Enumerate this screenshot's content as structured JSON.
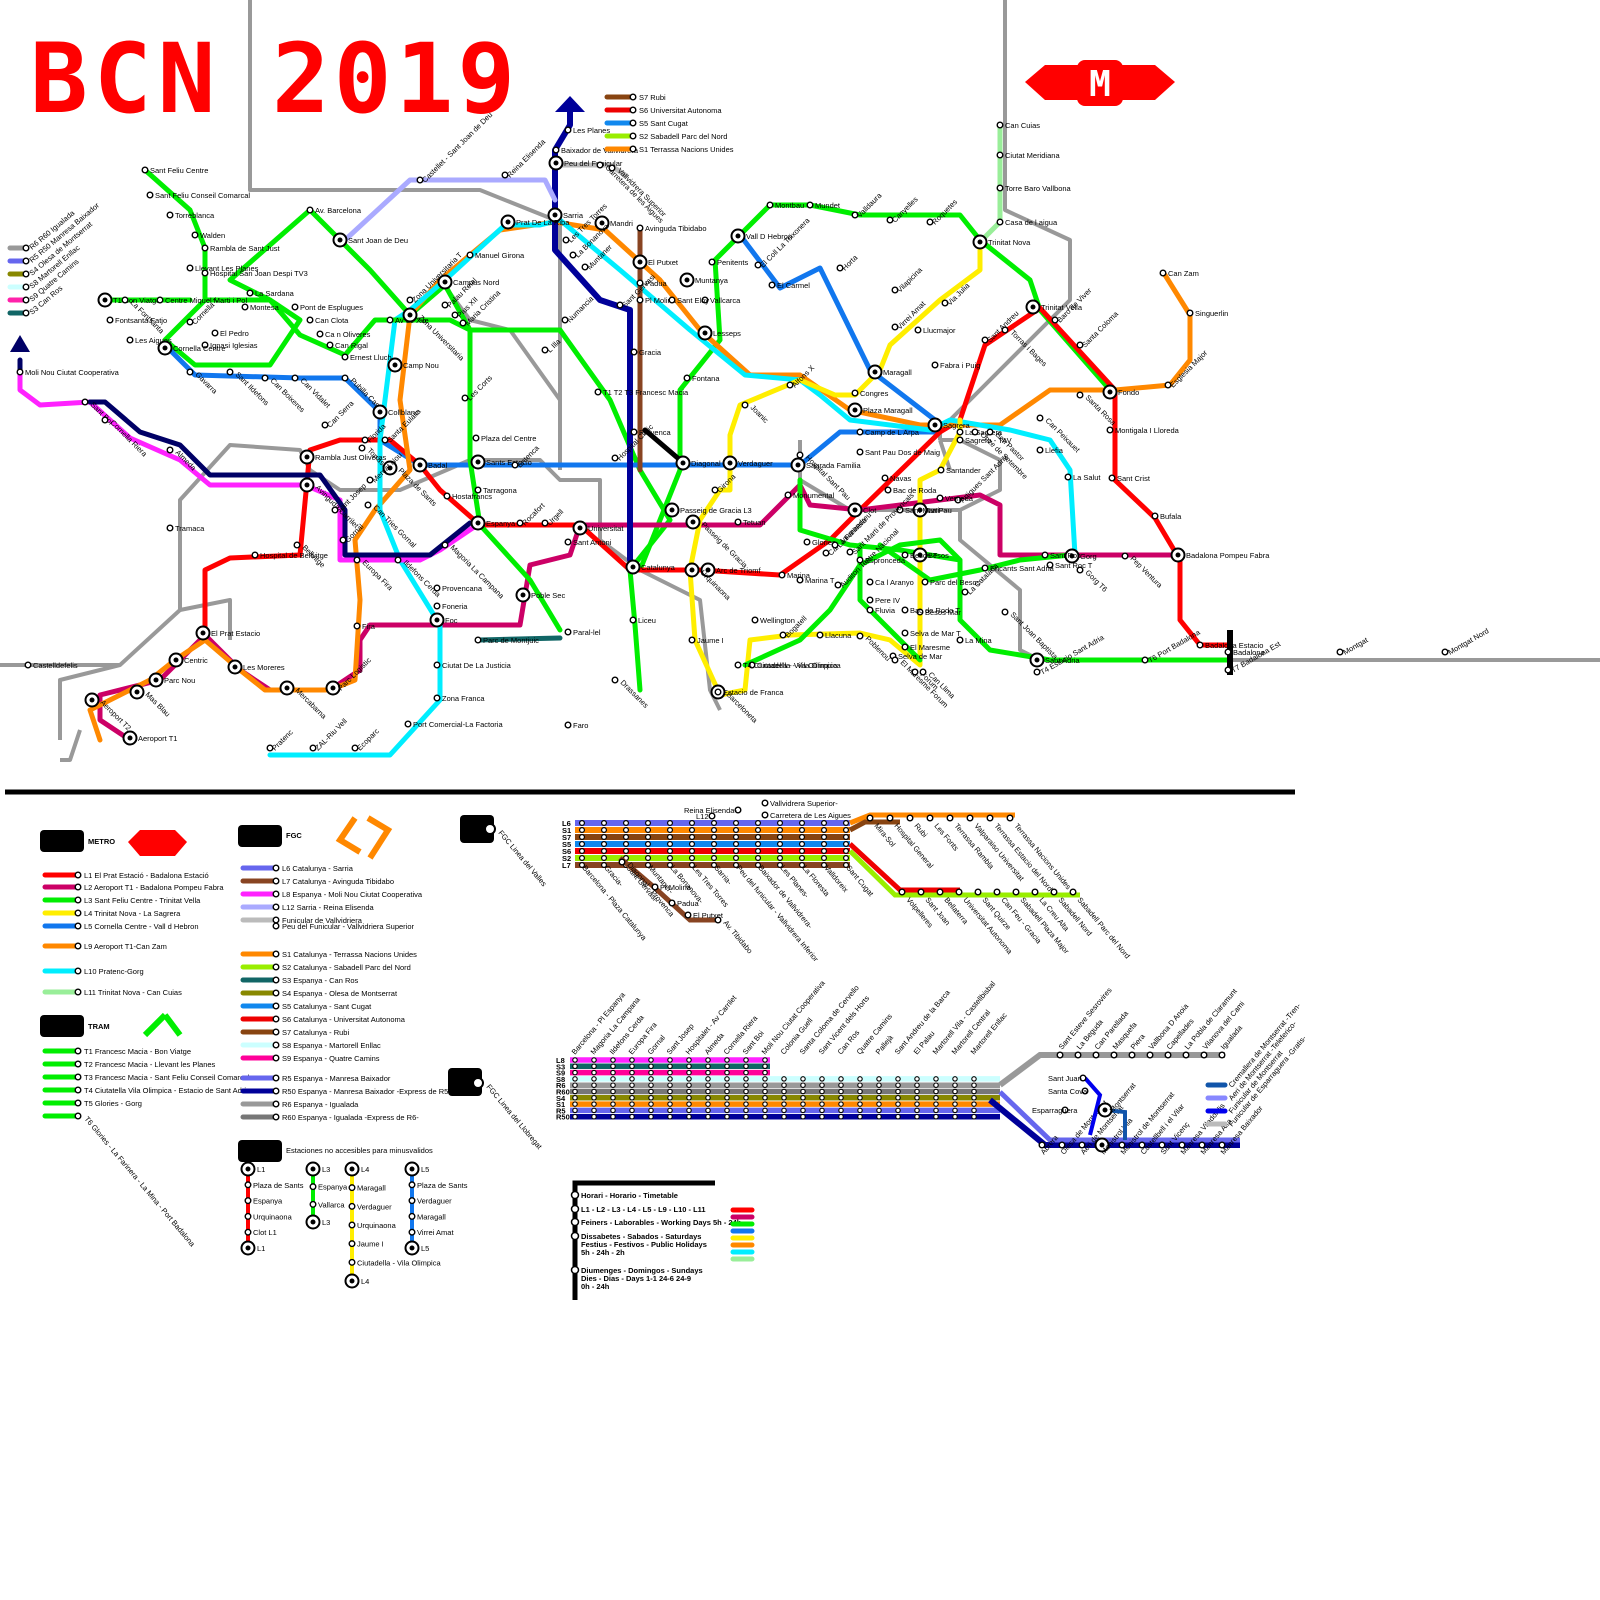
{
  "title": {
    "left": "BCN",
    "right": "2019"
  },
  "logo_metro": "M",
  "colors": {
    "L1": "#ff0000",
    "L2": "#cc0066",
    "L3": "#00ee00",
    "L4": "#ffee00",
    "L5": "#1177ee",
    "L9": "#ff8800",
    "L10": "#00eeff",
    "L11": "#99ee99",
    "FGC_L6": "#6666ee",
    "FGC_L7": "#884422",
    "L8": "#ff22ff",
    "L12": "#aaaaff",
    "funicular": "#bbbbbb",
    "S1": "#ff8800",
    "S2": "#99ee00",
    "S3": "#116666",
    "S4": "#888800",
    "S5": "#1188ee",
    "S6": "#ee0000",
    "S7": "#884411",
    "S8": "#ccffff",
    "S9": "#ee0077",
    "R5": "#6666ee",
    "R50": "#000099",
    "R6": "#999999",
    "R60": "#777777",
    "tram": "#00ee00",
    "gray": "#999999",
    "navy": "#000066"
  },
  "fgc_vallès_legend": [
    {
      "code": "S7",
      "label": "S7 Rubi",
      "color": "#884411"
    },
    {
      "code": "S6",
      "label": "S6 Universitat Autonoma",
      "color": "#ee0000"
    },
    {
      "code": "S5",
      "label": "S5 Sant Cugat",
      "color": "#1188ee"
    },
    {
      "code": "S2",
      "label": "S2 Sabadell Parc del Nord",
      "color": "#99ee00"
    },
    {
      "code": "S1",
      "label": "S1 Terrassa Nacions Unides",
      "color": "#ff8800"
    }
  ],
  "left_legend": [
    {
      "label": "R6 R60 Igualada",
      "color": "#999999"
    },
    {
      "label": "R5 R50 Manresa Baixador",
      "color": "#6666ee"
    },
    {
      "label": "S4 Olesa de Montserrat",
      "color": "#888800"
    },
    {
      "label": "S8 Martorell Enllac",
      "color": "#ccffff"
    },
    {
      "label": "S9 Quatre Camins",
      "color": "#ff22aa"
    },
    {
      "label": "S3 Can Ros",
      "color": "#116666"
    }
  ],
  "stations": [
    {
      "n": "Sant Feliu Centre"
    },
    {
      "n": "Sant Feliu Conseil Comarcal"
    },
    {
      "n": "Torreblanca"
    },
    {
      "n": "Walden"
    },
    {
      "n": "Rambla de Sant Just"
    },
    {
      "n": "Av. Barcelona"
    },
    {
      "n": "Hospital San Joan Despi TV3"
    },
    {
      "n": "Llevant Les Planes"
    },
    {
      "n": "La Sardana"
    },
    {
      "n": "Montesa"
    },
    {
      "n": "Pont de Esplugues"
    },
    {
      "n": "T1 Bon Viatge"
    },
    {
      "n": "La Fontsanta"
    },
    {
      "n": "Centre Miquel Marti i Pol"
    },
    {
      "n": "El Pedro"
    },
    {
      "n": "Ignasi Iglesias"
    },
    {
      "n": "Fontsanta Fatjo"
    },
    {
      "n": "Les Aigues"
    },
    {
      "n": "Cornella Centre"
    },
    {
      "n": "Cornella T"
    },
    {
      "n": "Can Clota"
    },
    {
      "n": "Ca n Oliveres"
    },
    {
      "n": "Can Rigal"
    },
    {
      "n": "Ernest Lluch"
    },
    {
      "n": "Av de Xile"
    },
    {
      "n": "Moli Nou Ciutat Cooperativa"
    },
    {
      "n": "Gavarra"
    },
    {
      "n": "Sant Ildefons"
    },
    {
      "n": "Can Boixeres"
    },
    {
      "n": "Can Vidalet"
    },
    {
      "n": "Pubilla Cases"
    },
    {
      "n": "Sant Boi"
    },
    {
      "n": "Cornella Riera"
    },
    {
      "n": "Almeda"
    },
    {
      "n": "Can Serra"
    },
    {
      "n": "Florida"
    },
    {
      "n": "Torrassa"
    },
    {
      "n": "Santa Eulalia"
    },
    {
      "n": "Collblanc"
    },
    {
      "n": "Badal"
    },
    {
      "n": "Camp Nou"
    },
    {
      "n": "Zona Universitaria"
    },
    {
      "n": "Zona Universitaria T"
    },
    {
      "n": "Campus Nord"
    },
    {
      "n": "Manuel Girona"
    },
    {
      "n": "Reina Elisenda"
    },
    {
      "n": "Sant Joan de Deu"
    },
    {
      "n": "Castellet - Sant Joan de Deu"
    },
    {
      "n": "Palau Reial"
    },
    {
      "n": "Pius XII"
    },
    {
      "n": "Maria Cristina"
    },
    {
      "n": "Les Corts"
    },
    {
      "n": "Numancia"
    },
    {
      "n": "L Illa"
    },
    {
      "n": "T1 T2 T3 Francesc Macia"
    },
    {
      "n": "Rambla Just Oliveras"
    },
    {
      "n": "Avinguda Carrilet"
    },
    {
      "n": "Sant Josep"
    },
    {
      "n": "Gornal"
    },
    {
      "n": "Bellvitge"
    },
    {
      "n": "Hospital de Bellvitge"
    },
    {
      "n": "Tramaca"
    },
    {
      "n": "Europa Fira"
    },
    {
      "n": "Ildefons Cerda"
    },
    {
      "n": "Magoria La Campana"
    },
    {
      "n": "Provencana"
    },
    {
      "n": "Foneria"
    },
    {
      "n": "Fira"
    },
    {
      "n": "Foc"
    },
    {
      "n": "Parc de Montjuic"
    },
    {
      "n": "Ciutat De La Justicia"
    },
    {
      "n": "Zona Franca"
    },
    {
      "n": "Port Comercial-La Factoria"
    },
    {
      "n": "Pratenc"
    },
    {
      "n": "ZAL-Riu Vell"
    },
    {
      "n": "Ecoparc"
    },
    {
      "n": "El Prat Estacio"
    },
    {
      "n": "Les Moreres"
    },
    {
      "n": "Mercabarna"
    },
    {
      "n": "Parc Logistic"
    },
    {
      "n": "Centric"
    },
    {
      "n": "Parc Nou"
    },
    {
      "n": "Mas Blau"
    },
    {
      "n": "Aeroport T2"
    },
    {
      "n": "Aeroport T1"
    },
    {
      "n": "Castelldefelis"
    },
    {
      "n": "Plaza de Sants"
    },
    {
      "n": "Mercat Nou"
    },
    {
      "n": "Can Tries Gornal"
    },
    {
      "n": "Hostafrancs"
    },
    {
      "n": "Espanya"
    },
    {
      "n": "Plaza del Centre"
    },
    {
      "n": "Sants Estacio"
    },
    {
      "n": "Tarragona"
    },
    {
      "n": "Entenca"
    },
    {
      "n": "Rocafort"
    },
    {
      "n": "Urgell"
    },
    {
      "n": "Universitat"
    },
    {
      "n": "Sant Antoni"
    },
    {
      "n": "Poble Sec"
    },
    {
      "n": "Paral-lel"
    },
    {
      "n": "Drassanes"
    },
    {
      "n": "Liceu"
    },
    {
      "n": "Catalunya"
    },
    {
      "n": "Hospital Clinic"
    },
    {
      "n": "Provenca"
    },
    {
      "n": "Diagonal"
    },
    {
      "n": "Passeig de Gracia L3"
    },
    {
      "n": "Passeig de Gracia"
    },
    {
      "n": "Gracia"
    },
    {
      "n": "Pl Molina"
    },
    {
      "n": "Padua"
    },
    {
      "n": "El Putxet"
    },
    {
      "n": "Avinguda Tibidabo"
    },
    {
      "n": "Sant Gervasi"
    },
    {
      "n": "Mandri"
    },
    {
      "n": "Les Tres Torres"
    },
    {
      "n": "La Bonanova"
    },
    {
      "n": "Muntaner"
    },
    {
      "n": "Sarria"
    },
    {
      "n": "Prat De La Riba"
    },
    {
      "n": "Peu del Funicular"
    },
    {
      "n": "Baixador de Vallvidrera"
    },
    {
      "n": "Les Planes"
    },
    {
      "n": "Carretera de les Aigues"
    },
    {
      "n": "Vallvidrera Superior"
    },
    {
      "n": "Vall D Hebron"
    },
    {
      "n": "Penitents"
    },
    {
      "n": "Muntanya"
    },
    {
      "n": "Vallcarca"
    },
    {
      "n": "Lesseps"
    },
    {
      "n": "Fontana"
    },
    {
      "n": "Sant Eloy"
    },
    {
      "n": "Montbau"
    },
    {
      "n": "Mundet"
    },
    {
      "n": "Valldaura"
    },
    {
      "n": "Canyelles"
    },
    {
      "n": "Roquetes"
    },
    {
      "n": "Trinitat Nova"
    },
    {
      "n": "El Coll La Teixonera"
    },
    {
      "n": "El Carmel"
    },
    {
      "n": "Horta"
    },
    {
      "n": "Vilapicina"
    },
    {
      "n": "Virrei Amat"
    },
    {
      "n": "Maragall"
    },
    {
      "n": "Congres"
    },
    {
      "n": "Llucmajor"
    },
    {
      "n": "Via Julia"
    },
    {
      "n": "Fabra i Puig"
    },
    {
      "n": "Alfons X"
    },
    {
      "n": "Joanic"
    },
    {
      "n": "Plaza Maragall"
    },
    {
      "n": "Verdaguer"
    },
    {
      "n": "Girona"
    },
    {
      "n": "Monumental"
    },
    {
      "n": "Tetuan"
    },
    {
      "n": "Arc de Triomf"
    },
    {
      "n": "Urquinaona"
    },
    {
      "n": "Jaume I"
    },
    {
      "n": "Barceloneta"
    },
    {
      "n": "Estacio de Franca"
    },
    {
      "n": "Ciutadella - Vila Olimpica"
    },
    {
      "n": "T4 Ciutadella - Vila Olimpica"
    },
    {
      "n": "Wellington"
    },
    {
      "n": "Bogatell"
    },
    {
      "n": "Llacuna"
    },
    {
      "n": "Poblenou"
    },
    {
      "n": "Selva de Mar"
    },
    {
      "n": "Selva de Mar T"
    },
    {
      "n": "El Maresme Forum"
    },
    {
      "n": "El Maresme"
    },
    {
      "n": "Forum"
    },
    {
      "n": "Can Llima"
    },
    {
      "n": "La Mina"
    },
    {
      "n": "Besos Mar"
    },
    {
      "n": "Besos"
    },
    {
      "n": "Besos T"
    },
    {
      "n": "Parc del Besos"
    },
    {
      "n": "Glories"
    },
    {
      "n": "Clot"
    },
    {
      "n": "Navas"
    },
    {
      "n": "Sagrera"
    },
    {
      "n": "La Sagrera"
    },
    {
      "n": "Sagrera - TAV"
    },
    {
      "n": "Sant Andreu"
    },
    {
      "n": "Torras i Bages"
    },
    {
      "n": "Baro de Viver"
    },
    {
      "n": "Santa Coloma"
    },
    {
      "n": "Fondo"
    },
    {
      "n": "Trinitat Vella"
    },
    {
      "n": "Can Cuias"
    },
    {
      "n": "Ciutat Meridiana"
    },
    {
      "n": "Torre Baro Vallbona"
    },
    {
      "n": "Casa de l aigua"
    },
    {
      "n": "Can Zam"
    },
    {
      "n": "Singuerlin"
    },
    {
      "n": "Esglesia Major"
    },
    {
      "n": "Can Peixauet"
    },
    {
      "n": "Santa Rosa"
    },
    {
      "n": "Montigala I Lloreda"
    },
    {
      "n": "Bon Pastor"
    },
    {
      "n": "Onze de Setembre"
    },
    {
      "n": "Llefia"
    },
    {
      "n": "La Salut"
    },
    {
      "n": "Sant Crist"
    },
    {
      "n": "Bufala"
    },
    {
      "n": "Badalona Pompeu Fabra"
    },
    {
      "n": "Gorg"
    },
    {
      "n": "Gorg T6"
    },
    {
      "n": "Pep Ventura"
    },
    {
      "n": "Sant Roc"
    },
    {
      "n": "Sant Roc T"
    },
    {
      "n": "Artigues Sant Adria"
    },
    {
      "n": "Verneda"
    },
    {
      "n": "La Pau"
    },
    {
      "n": "Sant Marti"
    },
    {
      "n": "Bac de Roda"
    },
    {
      "n": "Santander"
    },
    {
      "n": "Sant Adria"
    },
    {
      "n": "T4 Estacio Sant Adria"
    },
    {
      "n": "Sant Joan Baptista"
    },
    {
      "n": "Encants Sant Adria"
    },
    {
      "n": "La Catalana"
    },
    {
      "n": "Badalona Estacio"
    },
    {
      "n": "Badalona"
    },
    {
      "n": "Montgat"
    },
    {
      "n": "Montgat Nord"
    },
    {
      "n": "T6 Port Badalona"
    },
    {
      "n": "T7 Badalona Est"
    },
    {
      "n": "Faro"
    },
    {
      "n": "Marina"
    },
    {
      "n": "Marina T"
    },
    {
      "n": "Sagrada Familia"
    },
    {
      "n": "Sant Pau Dos de Maig"
    },
    {
      "n": "Camp de L Arpa"
    },
    {
      "n": "Hospital Sant Pau"
    },
    {
      "n": "Sant Marti de Provencals"
    },
    {
      "n": "Auditori Teatre Nacional"
    },
    {
      "n": "Ca l Aranyo"
    },
    {
      "n": "Pere IV"
    },
    {
      "n": "Fluvia"
    },
    {
      "n": "Espronceda"
    },
    {
      "n": "Can Jaumandreu"
    },
    {
      "n": "La Farinera"
    },
    {
      "n": "Bac de Roda T"
    }
  ],
  "legend_metro": {
    "header": "METRO",
    "items": [
      {
        "label": "L1 El Prat Estació -  Badalona Estació",
        "color": "#ff0000"
      },
      {
        "label": "L2 Aeroport T1 - Badalona Pompeu Fabra",
        "color": "#cc0066"
      },
      {
        "label": "L3 Sant Feliu Centre - Trinitat Vella",
        "color": "#00ee00"
      },
      {
        "label": "L4 Trinitat Nova - La Sagrera",
        "color": "#ffee00"
      },
      {
        "label": "L5 Cornella Centre - Vall d Hebron",
        "color": "#1177ee"
      },
      {
        "label": "L9 Aeroport T1-Can Zam",
        "color": "#ff8800"
      },
      {
        "label": "L10 Pratenc-Gorg",
        "color": "#00eeff"
      },
      {
        "label": "L11 Trinitat Nova - Can Cuias",
        "color": "#99ee99"
      }
    ]
  },
  "legend_tram": {
    "header": "TRAM",
    "items": [
      {
        "label": "T1 Francesc Macia - Bon Viatge"
      },
      {
        "label": "T2 Francesc Macia - Llevant les Planes"
      },
      {
        "label": "T3  Francesc Macia - Sant Feliu Conseil Comarcal"
      },
      {
        "label": "T4 Ciutatella Vila Olimpica - Estacio de Sant Adria"
      },
      {
        "label": "T5 Glories - Gorg"
      },
      {
        "label": "T6 Glories - La Farinera - La Mina - Port Badalona"
      }
    ]
  },
  "legend_fgc": {
    "header": "FGC",
    "items": [
      {
        "label": "L6 Catalunya - Sarria",
        "color": "#6666ee"
      },
      {
        "label": "L7 Catalunya - Avinguda Tibidabo",
        "color": "#884422"
      },
      {
        "label": "L8 Espanya - Moli Nou Ciutat Cooperativa",
        "color": "#ff22ff"
      },
      {
        "label": "L12 Sarria - Reina Elisenda",
        "color": "#aaaaff"
      },
      {
        "label": "Funicular de Vallvidriera",
        "color": "#bbbbbb"
      },
      {
        "label": "Peu del Funicular - Vallvidriera Superior",
        "color": ""
      },
      {
        "label": "S1 Catalunya - Terrassa Nacions Unides",
        "color": "#ff8800"
      },
      {
        "label": "S2 Catalunya - Sabadell Parc del Nord",
        "color": "#99ee00"
      },
      {
        "label": "S3 Espanya - Can Ros",
        "color": "#116666"
      },
      {
        "label": "S4 Espanya - Olesa de Montserrat",
        "color": "#888800"
      },
      {
        "label": "S5 Catalunya - Sant Cugat",
        "color": "#1188ee"
      },
      {
        "label": "S6 Catalunya - Universitat Autonoma",
        "color": "#ee0000"
      },
      {
        "label": "S7 Catalunya - Rubi",
        "color": "#884411"
      },
      {
        "label": "S8 Espanya - Martorell Enllac",
        "color": "#ccffff"
      },
      {
        "label": "S9 Espanya - Quatre Camins",
        "color": "#ff0099"
      },
      {
        "label": "R5 Espanya - Manresa Baixador",
        "color": "#6666ee"
      },
      {
        "label": "R50 Espanya - Manresa Baixador -Express de R5-",
        "color": "#000099"
      },
      {
        "label": "R6 Espanya - Igualada",
        "color": "#999999"
      },
      {
        "label": "R60 Espanya - Igualada -Express de R6-",
        "color": "#777777"
      }
    ]
  },
  "fgc_valles_title": "FGC Linea del Valles",
  "fgc_llobregat_title": "FGC Linea del Llobregat",
  "accessible": {
    "header": "Estaciones no accesibles para minusvalidos",
    "cols": [
      {
        "line": "L1",
        "color": "#ff0000",
        "stops": [
          "L1",
          "Plaza de Sants",
          "Espanya",
          "Urquinaona",
          "Clot L1",
          "L1"
        ]
      },
      {
        "line": "L3",
        "color": "#00ee00",
        "stops": [
          "L3",
          "Espanya",
          "Vallarca",
          "L3"
        ]
      },
      {
        "line": "L4",
        "color": "#ffee00",
        "stops": [
          "L4",
          "Maragall",
          "Verdaguer",
          "Urquinaona",
          "Jaume I",
          "Ciutadella - Vila Olimpica",
          "L4"
        ]
      },
      {
        "line": "L5",
        "color": "#1177ee",
        "stops": [
          "L5",
          "Plaza de Sants",
          "Verdaguer",
          "Maragall",
          "Virrei Amat",
          "L5"
        ]
      }
    ]
  },
  "valles_codes": [
    "L6",
    "S1",
    "S7",
    "S5",
    "S6",
    "S2",
    "L7"
  ],
  "valles_top": [
    "Reina Elisenda-",
    "L12",
    "Vallvidrera Superior-",
    "Carretera de Les Aigues"
  ],
  "valles_stops_low": [
    "Barcelona - Plaza Catalunya",
    "Gracia-",
    "Sant Gervasi-",
    "Muntaner-",
    "La Bonanova-",
    "Les Tres Torres",
    "Sarria-",
    "Peu del funicular - Vallvidrera Inferior",
    "Baixador de Vallvidrera-",
    "Les Planes-",
    "La Floresta",
    "Valldoreix",
    "Sant Cugat"
  ],
  "valles_branch": [
    "Diagonal - Provenca",
    "Pl Molina",
    "Padua",
    "El Putxet",
    "Av. Tibidabo"
  ],
  "valles_upper": [
    "Mira-Sol",
    "Hospital General",
    "Rubi",
    "Les Fonts",
    "Terrassa Rambla",
    "Valparaiso Universitat",
    "Terrassa Estacio del Nord",
    "Terrassa Nacions Unides"
  ],
  "valles_lower": [
    "Volpelleres",
    "Sant Joan",
    "Bellaterra",
    "Universitat Autonoma",
    "Sant Quirze",
    "Can Feu - Gracia",
    "Sabadell Plaza Major",
    "La Creu Alta",
    "Sabadell Nord",
    "Sabadell Parc del Nord"
  ],
  "llob_codes": [
    "L8",
    "S3",
    "S9",
    "S8",
    "R6",
    "R60",
    "S4",
    "S1",
    "R5",
    "R50"
  ],
  "llob_stops": [
    "Barcelona - Pl Espanya",
    "Magoria La Campana",
    "Ildefons Cerda",
    "Europa Fira",
    "Gornal",
    "Sant Josep",
    "Hospitalet - Av Carrilet",
    "Almeda",
    "Cornella Riera",
    "Sant Boi",
    "Moli Nou Ciutat Cooperativa",
    "Colonia Guell",
    "Santa Coloma de Cervello",
    "Sant Vicent dels Horts",
    "Can Ros",
    "Quatre Camins",
    "Pallejà",
    "Sant Andreu de la Barca",
    "El Palau",
    "Martorell Vila - Castellbisbal",
    "Martorell Central",
    "Martorell Enllac"
  ],
  "llob_upper": [
    "Sant Esteve Sesrovires",
    "La Beguda",
    "Can Parellada",
    "Masquefa",
    "Piera",
    "Vallbona D Anoia",
    "Capellades",
    "La Pobla de Claramunt",
    "Vilanova del Cami",
    "Igualada"
  ],
  "llob_lower": [
    "Abrera",
    "Olesa de Montserrat",
    "Aeri de Montserrat",
    "Monistrol Vila",
    "Monistrol de Montserrat",
    "Castellbell i el Vilar",
    "Sant Vicenç",
    "Manresa Viladordis",
    "Manresa Alta",
    "Manresa Baixador"
  ],
  "montserrat": [
    "Sant Juan",
    "Santa Cova",
    "Montserrat",
    "Esparraguera"
  ],
  "cremallera_legend": [
    "Cremallera de Montserrat -Tren-",
    "Aeri de Montserrat -Teleferico-",
    "Funicular de Montserrat",
    "Funicular de Esparraguera -Gratis-"
  ],
  "timetable": {
    "title": "Horari - Horario - Timetable",
    "lines": "L1 - L2 - L3 - L4 - L5 - L9 - L10 - L11",
    "weekday": "Feiners - Laborables - Working Days 5h - 24h",
    "sat1": "Dissabetes - Sabados - Saturdays",
    "sat2": "Festius - Festivos - Public Holidays",
    "sat3": "5h - 24h - 2h",
    "sun1": "Diumenges - Domingos - Sundays",
    "sun2": "Dies - Dias - Days 1-1 24-6 24-9",
    "sun3": "0h - 24h"
  }
}
